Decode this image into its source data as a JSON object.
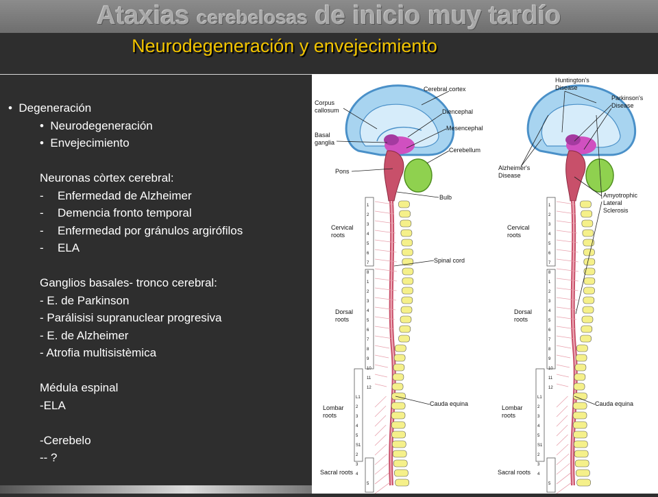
{
  "title": {
    "part1": "Ataxias",
    "part2": "cerebelosas",
    "part3": "de inicio muy tardío"
  },
  "subtitle": "Neurodegeneración y envejecimiento",
  "content": {
    "bullet1": "Degeneración",
    "bullet1a": "Neurodegeneración",
    "bullet1b": "Envejecimiento",
    "section1_title": "Neuronas còrtex cerebral:",
    "section1_items": [
      "Enfermedad de Alzheimer",
      "Demencia fronto temporal",
      "Enfermedad por gránulos argirófilos",
      "ELA"
    ],
    "section2_title": "Ganglios basales- tronco cerebral:",
    "section2_items": [
      "- E. de Parkinson",
      "- Parálisisi supranuclear progresiva",
      "- E. de Alzheimer",
      "- Atrofia multisistèmica"
    ],
    "section3_title": "Médula espinal",
    "section3_item": "-ELA",
    "section4_title": "-Cerebelo",
    "section4_item": "-- ?"
  },
  "diagram": {
    "left_labels": {
      "cerebral_cortex": "Cerebral cortex",
      "corpus1": "Corpus",
      "corpus2": "callosum",
      "diencephal": "Diencephal",
      "mesencephal": "Mesencephal",
      "basal1": "Basal",
      "basal2": "ganglia",
      "cerebellum": "Cerebellum",
      "pons": "Pons",
      "bulb": "Bulb",
      "cervical1": "Cervical",
      "cervical2": "roots",
      "spinal_cord": "Spinal cord",
      "dorsal1": "Dorsal",
      "dorsal2": "roots",
      "cauda": "Cauda equina",
      "lombar1": "Lombar",
      "lombar2": "roots",
      "sacral": "Sacral roots"
    },
    "right_labels": {
      "huntington1": "Huntington's",
      "huntington2": "Disease",
      "parkinson1": "Parkinson's",
      "parkinson2": "Disease",
      "alzheimer1": "Alzheimer's",
      "alzheimer2": "Disease",
      "als1": "Amyotrophic",
      "als2": "Lateral",
      "als3": "Sclerosis",
      "cervical1": "Cervical",
      "cervical2": "roots",
      "dorsal1": "Dorsal",
      "dorsal2": "roots",
      "cauda": "Cauda equina",
      "lombar1": "Lombar",
      "lombar2": "roots",
      "sacral": "Sacral roots"
    },
    "vertebra_numbers": [
      "1",
      "2",
      "3",
      "4",
      "5",
      "6",
      "7",
      "8",
      "1",
      "2",
      "3",
      "4",
      "5",
      "6",
      "7",
      "8",
      "9",
      "10",
      "11",
      "12",
      "L1",
      "2",
      "3",
      "4",
      "5",
      "S1",
      "2",
      "3",
      "4",
      "5"
    ],
    "colors": {
      "cortex": "#a8d4f0",
      "cortex_dark": "#4a90c8",
      "cerebellum": "#8fd14f",
      "brainstem": "#c8506a",
      "diencephalon": "#d050c0",
      "vertebra": "#f5f08a"
    }
  }
}
